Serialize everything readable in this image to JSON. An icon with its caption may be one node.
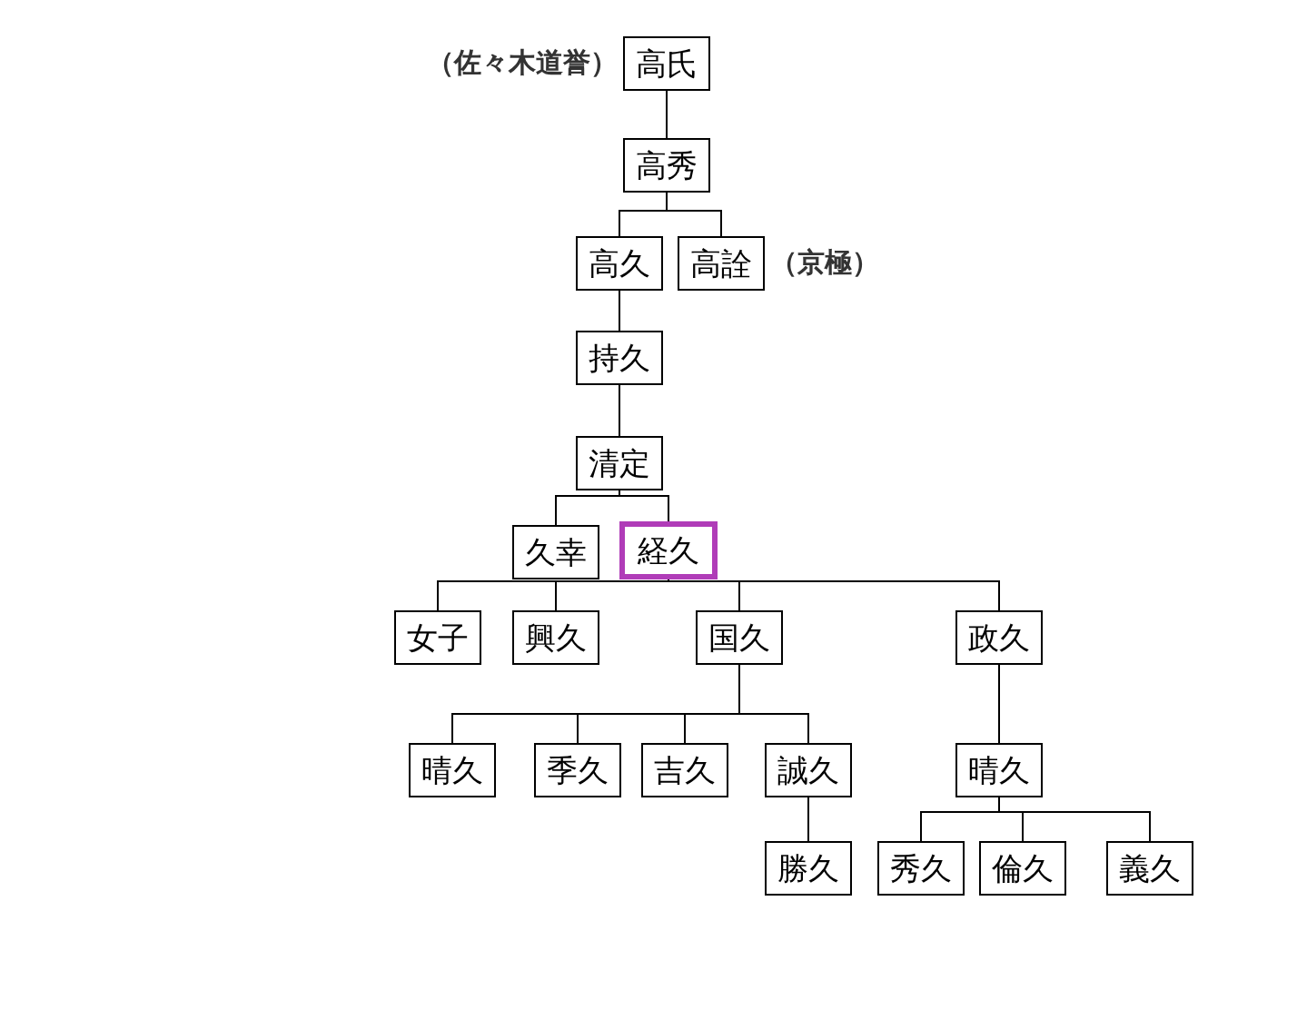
{
  "diagram": {
    "nodes": [
      {
        "text": [
          "高氏"
        ],
        "beside": [
          "（佐々木道誉）"
        ]
      },
      {
        "text": [
          "高秀"
        ]
      },
      {
        "text": [
          "高久"
        ]
      },
      {
        "text": [
          "高詮"
        ],
        "beside": [
          "（京極）"
        ]
      },
      {
        "text": [
          "持久"
        ]
      },
      {
        "text": [
          "清定"
        ]
      },
      {
        "text": [
          "久幸"
        ]
      },
      {
        "text": [
          "経久"
        ]
      },
      {
        "text": [
          "女子"
        ]
      },
      {
        "text": [
          "興久"
        ]
      },
      {
        "text": [
          "国久"
        ]
      },
      {
        "text": [
          "政久"
        ]
      },
      {
        "text": [
          "晴久"
        ]
      },
      {
        "text": [
          "季久"
        ]
      },
      {
        "text": [
          "吉久"
        ]
      },
      {
        "text": [
          "誠久"
        ]
      },
      {
        "text": [
          "晴久"
        ]
      },
      {
        "text": [
          "勝久"
        ]
      },
      {
        "text": [
          "秀久"
        ]
      },
      {
        "text": [
          "倫久"
        ]
      },
      {
        "text": [
          "義久"
        ]
      }
    ],
    "edges": [
      {
        "from": 0,
        "to": 1,
        "arrow": "none"
      },
      {
        "from": 1,
        "to": 2,
        "arrow": "none"
      },
      {
        "from": 1,
        "to": 3,
        "arrow": "none"
      },
      {
        "from": 2,
        "to": 4,
        "arrow": "none"
      },
      {
        "from": 4,
        "to": 5,
        "arrow": "none"
      },
      {
        "from": 5,
        "to": 6,
        "arrow": "none"
      },
      {
        "from": 5,
        "to": 7,
        "arrow": "none"
      },
      {
        "from": 7,
        "to": 8,
        "arrow": "none"
      },
      {
        "from": 7,
        "to": 9,
        "arrow": "none"
      },
      {
        "from": 7,
        "to": 10,
        "arrow": "none"
      },
      {
        "from": 7,
        "to": 11,
        "arrow": "none"
      },
      {
        "from": 10,
        "to": 12,
        "arrow": "none"
      },
      {
        "from": 10,
        "to": 13,
        "arrow": "none"
      },
      {
        "from": 10,
        "to": 14,
        "arrow": "none"
      },
      {
        "from": 10,
        "to": 15,
        "arrow": "none"
      },
      {
        "from": 11,
        "to": 16,
        "arrow": "none"
      },
      {
        "from": 15,
        "to": 17,
        "arrow": "none"
      },
      {
        "from": 16,
        "to": 18,
        "arrow": "none"
      },
      {
        "from": 16,
        "to": 19,
        "arrow": "none"
      },
      {
        "from": 16,
        "to": 20,
        "arrow": "none"
      }
    ]
  }
}
